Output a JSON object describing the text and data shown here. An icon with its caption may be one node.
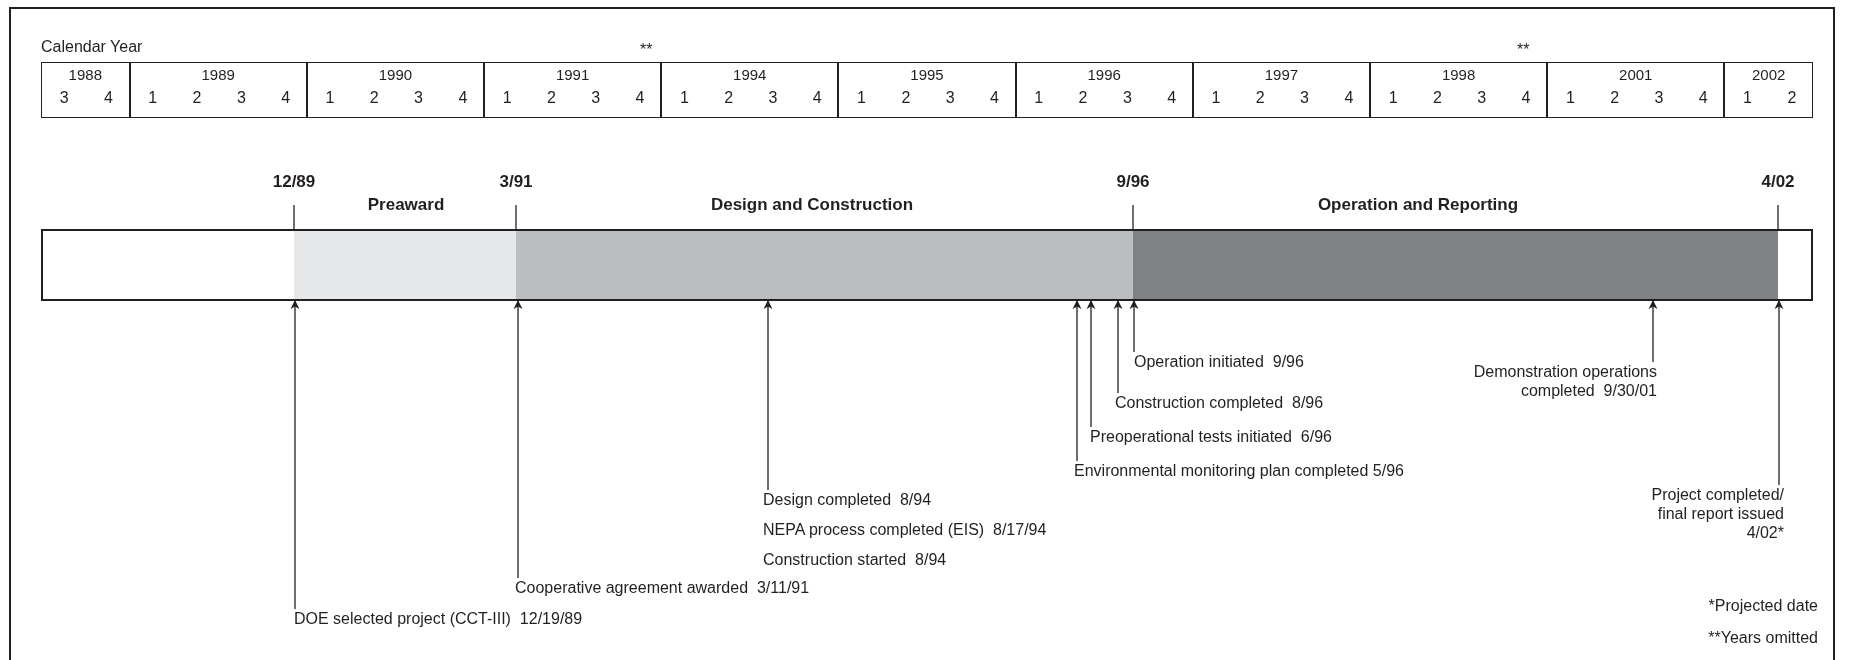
{
  "diagram": {
    "nodes": [
      {
        "text": [
          "Preaward"
        ]
      },
      {
        "text": [
          "Design and Construction"
        ]
      },
      {
        "text": [
          "Operation and Reporting"
        ]
      },
      {
        "text": [
          "DOE selected project (CCT-III)  12/19/89"
        ]
      },
      {
        "text": [
          "Cooperative agreement awarded  3/11/91"
        ]
      },
      {
        "text": [
          "Design completed  8/94",
          "NEPA process completed (EIS)  8/17/94",
          "Construction started  8/94"
        ]
      },
      {
        "text": [
          "Environmental monitoring plan completed 5/96"
        ]
      },
      {
        "text": [
          "Preoperational tests initiated  6/96"
        ]
      },
      {
        "text": [
          "Construction completed  8/96"
        ]
      },
      {
        "text": [
          "Operation initiated  9/96"
        ]
      },
      {
        "text": [
          "Demonstration operations completed  9/30/01"
        ]
      },
      {
        "text": [
          "Project completed/ final report issued 4/02*"
        ]
      },
      {
        "text": [
          "12/89"
        ]
      },
      {
        "text": [
          "3/91"
        ]
      },
      {
        "text": [
          "9/96"
        ]
      },
      {
        "text": [
          "4/02"
        ]
      }
    ],
    "edges": [
      {
        "from": 3,
        "to": 0,
        "arrow": "to"
      },
      {
        "from": 4,
        "to": 1,
        "arrow": "to"
      },
      {
        "from": 5,
        "to": 1,
        "arrow": "to"
      },
      {
        "from": 6,
        "to": 1,
        "arrow": "to"
      },
      {
        "from": 7,
        "to": 1,
        "arrow": "to"
      },
      {
        "from": 8,
        "to": 1,
        "arrow": "to"
      },
      {
        "from": 9,
        "to": 2,
        "arrow": "to"
      },
      {
        "from": 10,
        "to": 2,
        "arrow": "to"
      },
      {
        "from": 11,
        "to": 2,
        "arrow": "to"
      },
      {
        "from": 12,
        "to": 0,
        "arrow": "none"
      },
      {
        "from": 13,
        "to": 1,
        "arrow": "none"
      },
      {
        "from": 14,
        "to": 2,
        "arrow": "none"
      },
      {
        "from": 15,
        "to": 2,
        "arrow": "none"
      }
    ],
    "labels": [
      "Calendar Year",
      "**",
      "**",
      "1988",
      "1989",
      "1990",
      "1991",
      "1994",
      "1995",
      "1996",
      "1997",
      "1998",
      "2001",
      "2002",
      "3",
      "4",
      "1",
      "2",
      "3",
      "4",
      "1",
      "2",
      "3",
      "4",
      "1",
      "2",
      "3",
      "4",
      "1",
      "2",
      "3",
      "4",
      "1",
      "2",
      "3",
      "4",
      "1",
      "2",
      "3",
      "4",
      "1",
      "2",
      "3",
      "4",
      "1",
      "2",
      "3",
      "4",
      "1",
      "2",
      "3",
      "4",
      "1",
      "2",
      "*Projected date",
      "**Years omitted"
    ]
  }
}
